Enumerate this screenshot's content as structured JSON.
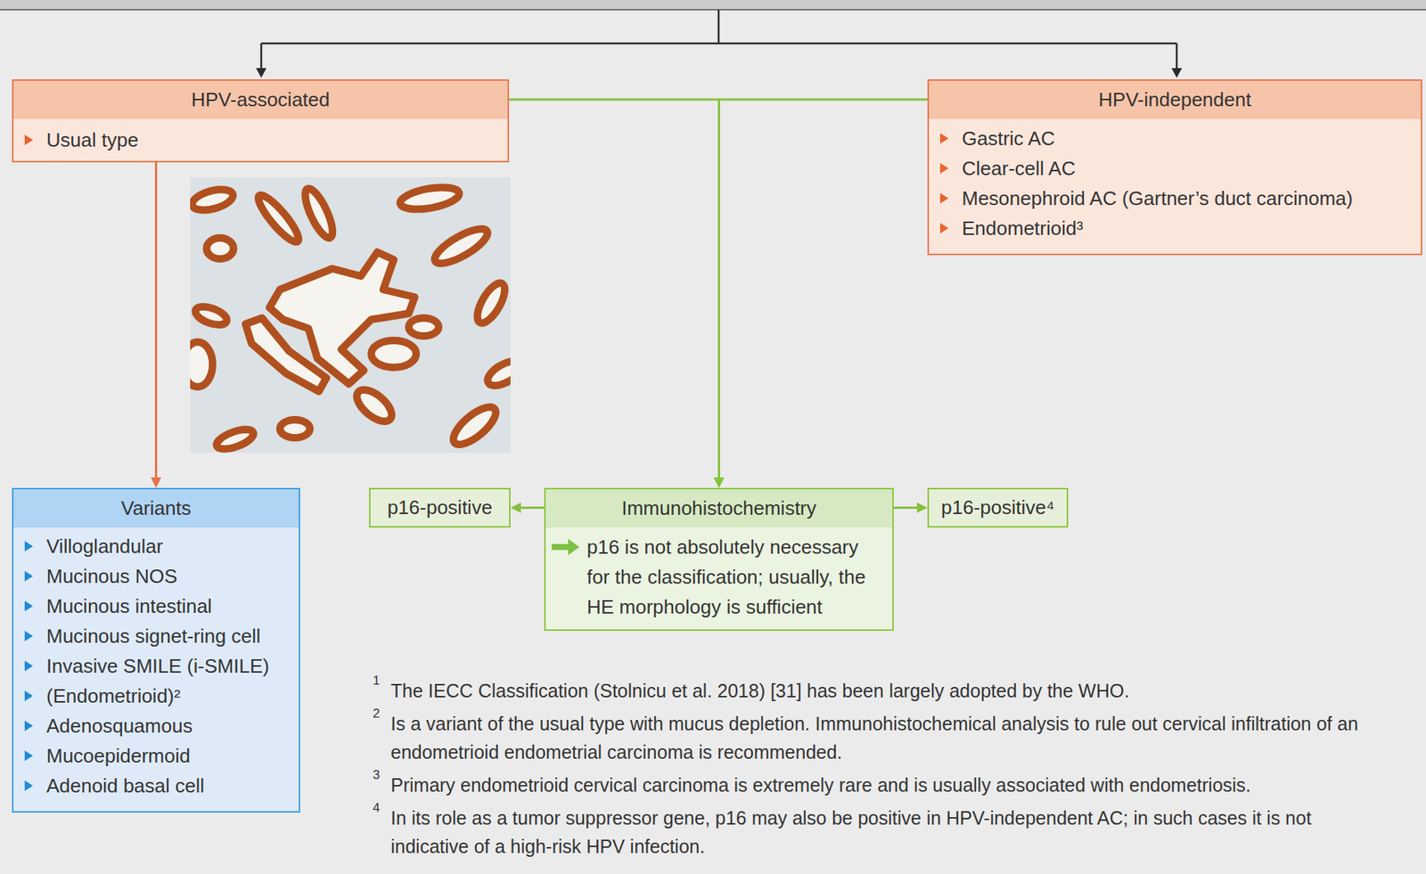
{
  "diagram": {
    "nodes": [
      {
        "text": [
          "HPV-associated",
          "Usual type"
        ]
      },
      {
        "text": [
          "HPV-independent",
          "Gastric AC",
          "Clear-cell AC",
          "Mesonephroid AC (Gartner’s duct carcinoma)",
          "Endometrioid³"
        ]
      },
      {
        "text": [
          "Variants",
          "Villoglandular",
          "Mucinous NOS",
          "Mucinous intestinal",
          "Mucinous signet-ring cell",
          "Invasive SMILE (i-SMILE)",
          "(Endometrioid)²",
          "Adenosquamous",
          "Mucoepidermoid",
          "Adenoid basal cell"
        ]
      },
      {
        "text": [
          "p16-positive"
        ]
      },
      {
        "text": [
          "Immunohistochemistry",
          "p16 is not absolutely necessary for the classification; usually, the HE morphology is sufficient"
        ]
      },
      {
        "text": [
          "p16-positive⁴"
        ]
      }
    ],
    "edges": [
      {
        "from": 0,
        "to": 2,
        "arrow": "to"
      },
      {
        "from": 0,
        "to": 4,
        "arrow": "to"
      },
      {
        "from": 1,
        "to": 4,
        "arrow": "to"
      },
      {
        "from": 4,
        "to": 3,
        "arrow": "to"
      },
      {
        "from": 4,
        "to": 5,
        "arrow": "to"
      }
    ],
    "labels": [
      "1",
      "The IECC Classification (Stolnicu et al. 2018) [31] has been largely adopted by the WHO.",
      "2",
      "Is a variant of the usual type with mucus depletion. Immunohistochemical analysis to rule out cervical infiltration of an endometrioid endometrial carcinoma is recommended.",
      "3",
      "Primary endometrioid cervical carcinoma is extremely rare and is usually associated with endometriosis.",
      "4",
      "In its role as a tumor suppressor gene, p16 may also be positive in HPV-independent AC; in such cases it is not indicative of a high-risk HPV infection."
    ]
  }
}
